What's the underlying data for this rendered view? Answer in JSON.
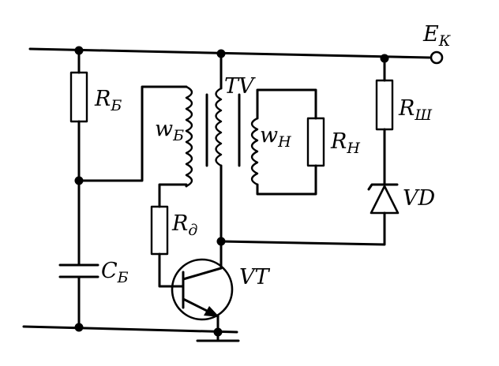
{
  "labels": {
    "ek": {
      "main": "E",
      "sub": "К"
    },
    "rb": {
      "main": "R",
      "sub": "Б"
    },
    "wb": {
      "main": "w",
      "sub": "Б"
    },
    "tv": "TV",
    "wn": {
      "main": "w",
      "sub": "Н"
    },
    "rn": {
      "main": "R",
      "sub": "Н"
    },
    "rsh": {
      "main": "R",
      "sub": "Ш"
    },
    "vd": "VD",
    "rd": {
      "main": "R",
      "sub": "д"
    },
    "vt": "VT",
    "cb": {
      "main": "C",
      "sub": "Б"
    }
  }
}
